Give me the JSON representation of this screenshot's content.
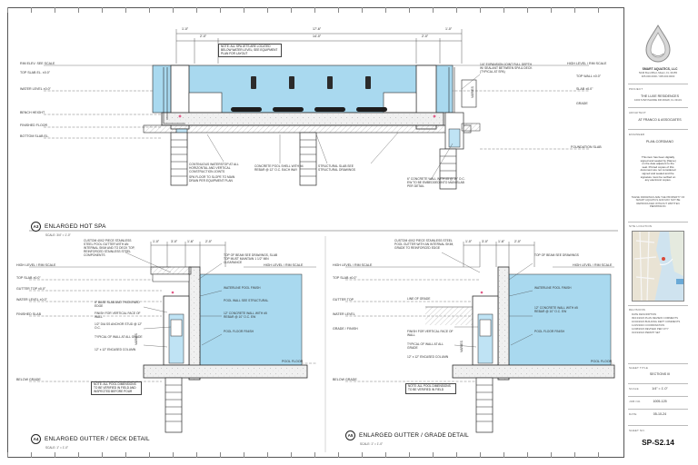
{
  "sheet": {
    "number": "SP-S2.14",
    "number_label": "SHEET NO."
  },
  "company": {
    "name": "SMART AQUATICS, LLC",
    "address": "5246 Bond Blvd, Miami, FL 33155",
    "phone": "305.000.0000 / 305.000.0000"
  },
  "titleblock": {
    "project_key": "PROJECT",
    "project_value": "THE LUXE RESIDENCES",
    "project_sub": "1000 S BAYSHORE DR MIAMI, FL 33131",
    "architect_key": "ARCHITECT",
    "architect_value": "AT FRANCO & ASSOCIATES",
    "engineer_key": "ENGINEER",
    "engineer_value": "PLAN-CORDIANO",
    "stamp_lines": [
      "This item has been digitally",
      "signed and sealed by [Name]",
      "on the date adjacent to the",
      "seal. Printed copies of this",
      "document are not considered",
      "signed and sealed and the",
      "signature must be verified on",
      "any electronic copies."
    ],
    "disclaimer": "THESE DRAWINGS ARE THE PROPERTY OF SMART AQUATICS AND MAY NOT BE REPRODUCED WITHOUT WRITTEN PERMISSION.",
    "site_key": "SITE LOCATION",
    "revisions_key": "REVISIONS",
    "revisions_lines": [
      "DATE              DESCRIPTION",
      "09/13/2023   PLAN REVIEW COMMENTS",
      "10/02/2023   BUILDING DEPT COMMENTS",
      "11/15/2023   COORDINATION",
      "12/08/2023   REVISED PER CITY",
      "01/19/2024   PERMIT SET"
    ],
    "sheet_title_key": "SHEET TITLE",
    "sheet_title_value": "SECTIONS III",
    "scale_key": "SCALE",
    "scale_value": "1/4\" = 1'-0\"",
    "job_key": "JOB NO.",
    "job_value": "1005-125",
    "date_key": "DATE",
    "date_value": "05-10-24"
  },
  "details": {
    "a3": {
      "id": "A3",
      "title": "ENLARGED HOT SPA",
      "scale": "SCALE: 3/4\" = 1'-0\""
    },
    "a4": {
      "id": "A4",
      "title": "ENLARGED GUTTER / DECK DETAIL",
      "scale": "SCALE: 1\" = 1'-0\""
    },
    "a5": {
      "id": "A5",
      "title": "ENLARGED GUTTER / GRADE DETAIL",
      "scale": "SCALE: 1\" = 1'-0\""
    }
  },
  "a3": {
    "dims_top": [
      "1'-0\"",
      "2'-0\"",
      "14'-0\"",
      "2'-0\"",
      "1'-0\""
    ],
    "dim_overall": "17'-6\"",
    "left_labels": [
      "RIM ELEV. SEE SCALE",
      "TOP SLAB EL. ±0.0\"",
      "WATER LEVEL ±0.0\"",
      "BENCH HEIGHT",
      "FINISHED FLOOR",
      "BOTTOM SLAB EL."
    ],
    "right_labels": [
      "HIGH LEVEL / RIM SCALE",
      "TOP WALL ±0.0\"",
      "SLAB ±0.0\"",
      "GRADE",
      "FOUNDATION SLAB"
    ],
    "note_top": "NOTE: ALL SPA JETS ARE LOCATED BELOW WATER LEVEL; SEE EQUIPMENT PLAN FOR LAYOUT",
    "note_right": "1/4\" EXPANSION JOINT FULL DEPTH W/ SEALANT BETWEEN SPA & DECK (TYPICAL AT SPA)",
    "notes_bottom": [
      "CONTINUOUS WATERSTOP AT ALL HORIZONTAL AND VERTICAL CONSTRUCTION JOINTS",
      "SPA FLOOR TO SLOPE TO MAIN DRAIN PER EQUIPMENT PLAN",
      "CONCRETE POOL SHELL WITH #4 REBAR @ 12\" O.C. EACH WAY",
      "STRUCTURAL SLAB SEE STRUCTURAL DRAWINGS",
      "6\" CONCRETE WALL WITH #5 @ 10\" O.C. EW TO BE EMBEDDED INTO MAIN SLAB PER DETAIL"
    ],
    "label_vert": "VARIES"
  },
  "a4": {
    "left_labels": [
      "HIGH LEVEL / RIM SCALE",
      "TOP SLAB ±0.0\"",
      "GUTTER TOP ±0.0\"",
      "WATER LEVEL ±0.0\"",
      "FINISHED SLAB",
      "BELOW GRADE"
    ],
    "right_labels": [
      "HIGH LEVEL / RIM SCALE",
      "POOL FLOOR"
    ],
    "callout_top": "CUSTOM 40X2 PIECE STAINLESS STEEL POOL GUTTER WITH AN INTERNAL SKIM AND TO DECK TOP, REINFORCED STAINLESS STEEL COMPONENTS",
    "notes_left": [
      "6\" BASE SLAB AND THICKENED EDGE",
      "FINISH FOR VERTICAL FACE OF WALL",
      "1/2\" DIA SS ANCHOR STUD @ 12\" O.C.",
      "TYPICAL OF WALL AT ALL GRADE",
      "12\" x 12\" ENCASED COLUMN"
    ],
    "notes_right": [
      "TOP OF BEAM SEE DRAWINGS, SLAB TOP MUST MAINTAIN 1 1/2\" MIN CLEARANCE",
      "WATERLINE POOL FINISH",
      "POOL WALL SEE STRUCTURAL",
      "12\" CONCRETE WALL WITH #5 REBAR @ 10\" O.C. EW",
      "POOL FLOOR FINISH"
    ],
    "note_box": "NOTE: ALL POOL DIMENSIONS TO BE VERIFIED IN FIELD AND INSPECTED BEFORE POUR",
    "label_vert": "VARIES",
    "dims": [
      "1'-0\"",
      "3'-0\"",
      "1'-6\"",
      "2'-0\""
    ]
  },
  "a5": {
    "left_labels": [
      "HIGH LEVEL / RIM SCALE",
      "TOP SLAB ±0.0\"",
      "GUTTER TOP",
      "WATER LEVEL",
      "GRADE / FINISH",
      "BELOW GRADE"
    ],
    "right_labels": [
      "HIGH LEVEL / RIM SCALE",
      "POOL FLOOR"
    ],
    "callout_top": "CUSTOM 40X2 PIECE STAINLESS STEEL POOL GUTTER WITH AN INTERNAL SKIM, GRADE TO REINFORCED EDGE",
    "notes_left": [
      "LINE OF GRADE",
      "FINISH FOR VERTICAL FACE OF WALL",
      "TYPICAL OF WALL AT ALL GRADE",
      "12\" x 12\" ENCASED COLUMN"
    ],
    "notes_right": [
      "TOP OF BEAM SEE DRAWINGS",
      "WATERLINE POOL FINISH",
      "12\" CONCRETE WALL WITH #5 REBAR @ 10\" O.C. EW",
      "POOL FLOOR FINISH"
    ],
    "note_box": "NOTE: ALL POOL DIMENSIONS TO BE VERIFIED IN FIELD",
    "label_vert": "VARIES",
    "dims": [
      "1'-0\"",
      "3'-0\"",
      "1'-6\"",
      "2'-0\""
    ]
  },
  "colors": {
    "water": "#a9d9ef",
    "concrete": "#efefef",
    "line": "#2b2b2b",
    "accent": "#1e6fa8"
  }
}
